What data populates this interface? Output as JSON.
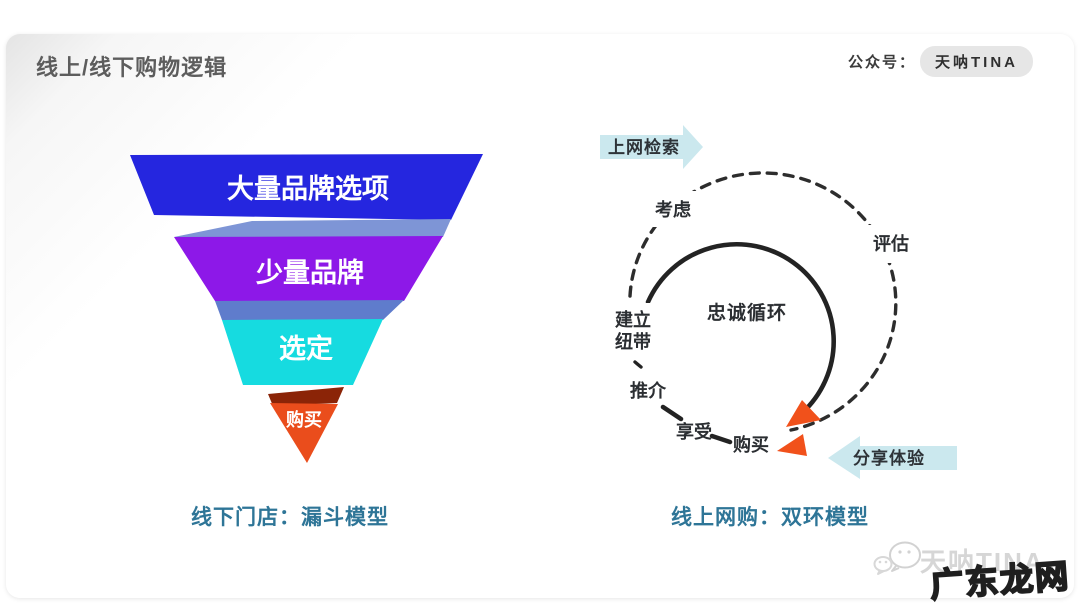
{
  "slide": {
    "title": "线上/线下购物逻辑",
    "badge_prefix": "公众号：",
    "badge_name": "天呐TINA"
  },
  "funnel": {
    "caption": "线下门店：漏斗模型",
    "layers": [
      {
        "label": "大量品牌选项",
        "color": "#2526df"
      },
      {
        "label": "少量品牌",
        "color": "#8d18e8"
      },
      {
        "label": "选定",
        "color": "#16dbe0"
      },
      {
        "label": "购买",
        "color": "#ea4d1c"
      }
    ],
    "fold_colors": [
      "#7e95d6",
      "#5f7ccc",
      "#8b2407"
    ],
    "label_color": "#ffffff"
  },
  "loop": {
    "caption": "线上网购：双环模型",
    "center_label": "忠诚循环",
    "entry_arrow_label": "上网检索",
    "exit_arrow_label": "分享体验",
    "labels": {
      "consider": "考虑",
      "evaluate": "评估",
      "bond_line1": "建立",
      "bond_line2": "纽带",
      "advocate": "推介",
      "enjoy": "享受",
      "buy": "购买"
    },
    "arrow_fill": "#cbe8ee",
    "stroke_color": "#2a2a2a",
    "highlight_color": "#f1511b",
    "label_text_color": "#2b2e32"
  },
  "caption_color": "#2e7597",
  "watermark": {
    "brand": "天呐TINA",
    "overlay": "广东龙网"
  }
}
